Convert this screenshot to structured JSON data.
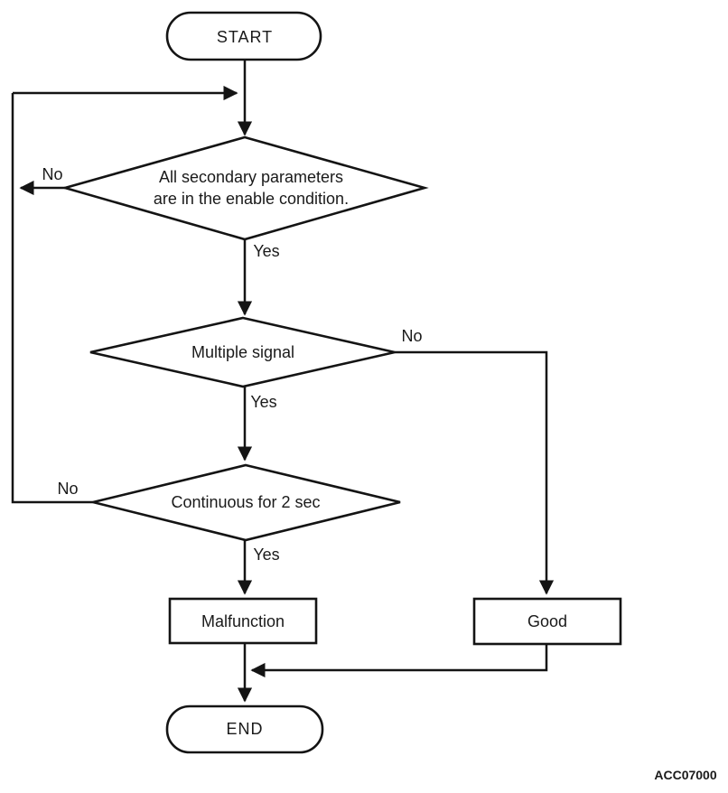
{
  "diagram": {
    "type": "flowchart",
    "figure_id": "ACC07000",
    "colors": {
      "background": "#ffffff",
      "stroke": "#141414",
      "text": "#1a1a1a"
    },
    "nodes": {
      "start": {
        "label": "START",
        "shape": "terminator"
      },
      "decision1": {
        "line1": "All secondary parameters",
        "line2": "are in the enable condition.",
        "shape": "decision"
      },
      "decision2": {
        "label": "Multiple signal",
        "shape": "decision"
      },
      "decision3": {
        "label": "Continuous for 2 sec",
        "shape": "decision"
      },
      "malfunction": {
        "label": "Malfunction",
        "shape": "process"
      },
      "good": {
        "label": "Good",
        "shape": "process"
      },
      "end": {
        "label": "END",
        "shape": "terminator"
      }
    },
    "edge_labels": {
      "decision1_no": "No",
      "decision1_yes": "Yes",
      "decision2_no": "No",
      "decision2_yes": "Yes",
      "decision3_no": "No",
      "decision3_yes": "Yes"
    }
  }
}
